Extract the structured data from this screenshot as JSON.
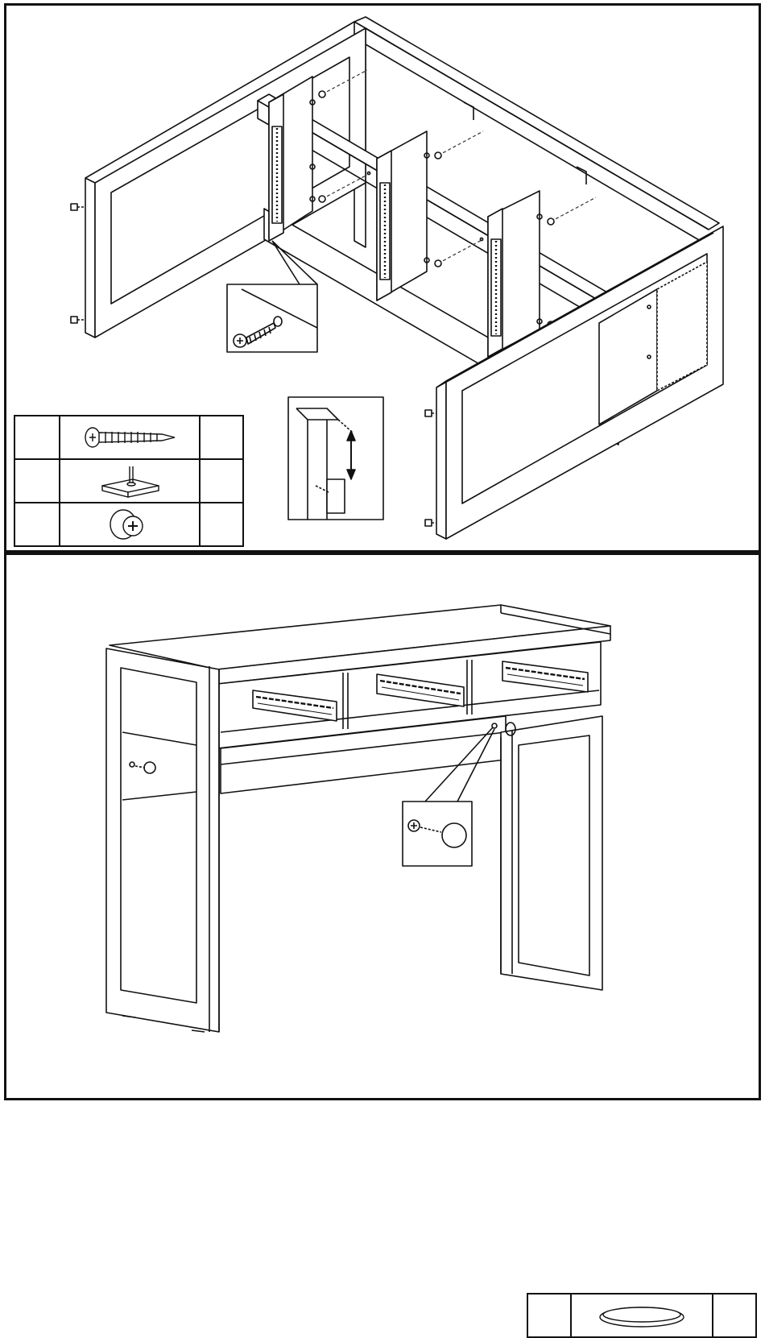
{
  "document": {
    "type": "assembly-instructions",
    "steps": [
      {
        "illustration": "exploded-view-frame-with-drawer-slides",
        "details": [
          "screw-closeup-callout",
          "leg-slot-alignment-callout"
        ],
        "parts": [
          {
            "icon": "wood-screw-icon",
            "letter": "",
            "qty": ""
          },
          {
            "icon": "glide-nail-icon",
            "letter": "",
            "qty": ""
          },
          {
            "icon": "cam-lock-icon",
            "letter": "",
            "qty": ""
          }
        ]
      },
      {
        "illustration": "assembled-console-table-rear-view",
        "details": [
          "cap-cover-callout"
        ],
        "parts": [
          {
            "icon": "screw-cap-cover-icon",
            "letter": "",
            "qty": ""
          }
        ]
      }
    ]
  },
  "colors": {
    "line": "#111111",
    "background": "#ffffff",
    "dash": "#333333"
  }
}
